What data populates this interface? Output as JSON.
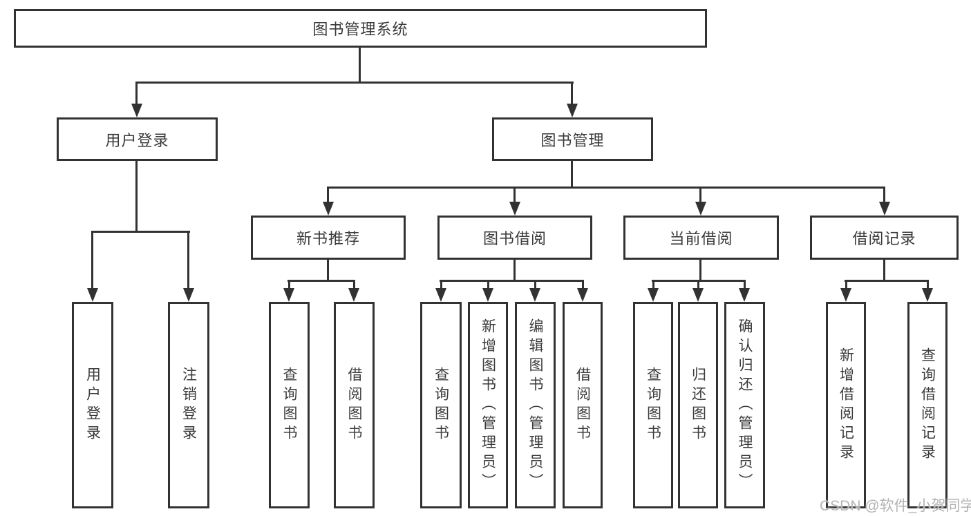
{
  "diagram": {
    "root": {
      "label": "图书管理系统"
    },
    "branches": [
      {
        "label": "用户登录",
        "children": [
          {
            "label": "用户登录"
          },
          {
            "label": "注销登录"
          }
        ]
      },
      {
        "label": "图书管理",
        "children": [
          {
            "label": "新书推荐",
            "children": [
              {
                "label": "查询图书"
              },
              {
                "label": "借阅图书"
              }
            ]
          },
          {
            "label": "图书借阅",
            "children": [
              {
                "label": "查询图书"
              },
              {
                "label": "新增图书（管理员）"
              },
              {
                "label": "编辑图书（管理员）"
              },
              {
                "label": "借阅图书"
              }
            ]
          },
          {
            "label": "当前借阅",
            "children": [
              {
                "label": "查询图书"
              },
              {
                "label": "归还图书"
              },
              {
                "label": "确认归还（管理员）"
              }
            ]
          },
          {
            "label": "借阅记录",
            "children": [
              {
                "label": "新增借阅记录"
              },
              {
                "label": "查询借阅记录"
              }
            ]
          }
        ]
      }
    ]
  },
  "watermark": "CSDN @软件_小贺同学",
  "colors": {
    "line": "#323232",
    "text": "#3b3b3b",
    "watermark": "#b3b3b3",
    "background": "#ffffff"
  }
}
